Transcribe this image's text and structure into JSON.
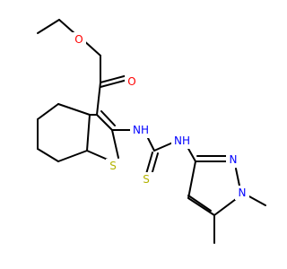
{
  "molecule": {
    "atoms": [
      {
        "id": "O_carbonyl",
        "label": "O",
        "color": "#ff0000"
      },
      {
        "id": "O_ester",
        "label": "O",
        "color": "#ff0000"
      },
      {
        "id": "S_ring",
        "label": "S",
        "color": "#b3b300"
      },
      {
        "id": "NH_1",
        "label": "NH",
        "color": "#0000ff"
      },
      {
        "id": "NH_2",
        "label": "NH",
        "color": "#0000ff"
      },
      {
        "id": "S_thio",
        "label": "S",
        "color": "#b3b300"
      },
      {
        "id": "N_ring",
        "label": "N",
        "color": "#0000ff"
      },
      {
        "id": "N_methyl",
        "label": "N",
        "color": "#0000ff"
      }
    ]
  }
}
